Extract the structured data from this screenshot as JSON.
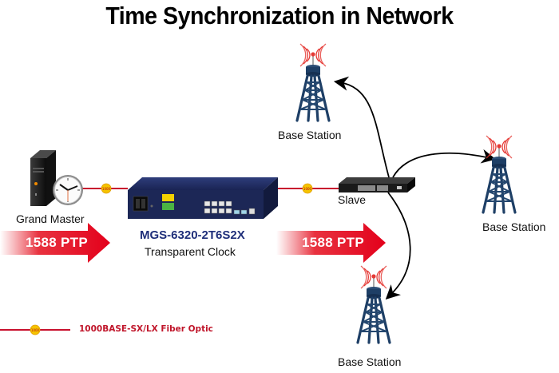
{
  "title": "Time Synchronization in Network",
  "nodes": {
    "grand_master": {
      "label": "Grand Master",
      "icon": "server-clock-icon"
    },
    "transparent_clock": {
      "model": "MGS-6320-2T6S2X",
      "label": "Transparent Clock",
      "icon": "switch-icon"
    },
    "slave": {
      "label": "Slave",
      "icon": "rack-switch-icon"
    },
    "base_stations": [
      {
        "label": "Base Station",
        "icon": "cell-tower-icon"
      },
      {
        "label": "Base Station",
        "icon": "cell-tower-icon"
      },
      {
        "label": "Base Station",
        "icon": "cell-tower-icon"
      }
    ]
  },
  "ptp_arrows": [
    {
      "label": "1588 PTP"
    },
    {
      "label": "1588 PTP"
    }
  ],
  "link_badge": "1000",
  "legend": {
    "badge": "1000",
    "label": "1000BASE-SX/LX Fiber Optic"
  },
  "colors": {
    "fiber_line": "#c8102e",
    "badge": "#f5c400",
    "ptp_arrow": "#e3001b",
    "model_text": "#1f2f7a",
    "tower": "#1e3f66",
    "signal": "#e53935"
  }
}
